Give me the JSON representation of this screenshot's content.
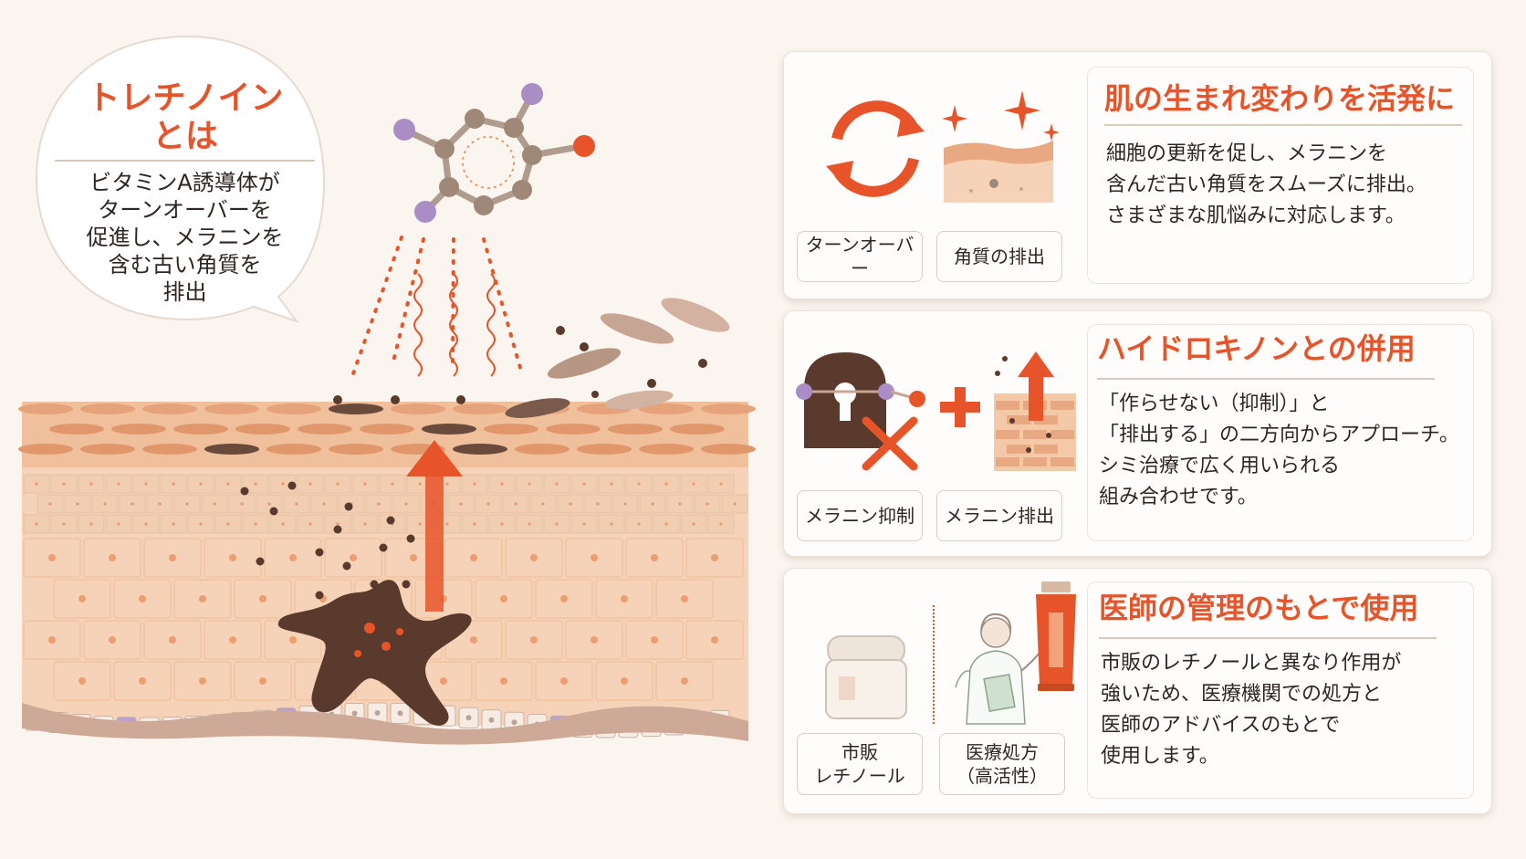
{
  "bubble": {
    "title_line1": "トレチノイン",
    "title_line2": "とは",
    "text_lines": [
      "ビタミンA誘導体が",
      "ターンオーバーを",
      "促進し、メラニンを",
      "含む古い角質を",
      "排出"
    ]
  },
  "cards": [
    {
      "title": "肌の生まれ変わりを活発に",
      "body": [
        "細胞の更新を促し、メラニンを",
        "含んだ古い角質をスムーズに排出。",
        "さまざまな肌悩みに対応します。"
      ],
      "tags": [
        "ターンオーバー",
        "角質の排出"
      ],
      "icons": [
        "refresh-cycle-icon",
        "sparkling-skin-icon"
      ]
    },
    {
      "title": "ハイドロキノンとの併用",
      "body": [
        "「作らせない（抑制）」と",
        "「排出する」の二方向からアプローチ。",
        "シミ治療で広く用いられる",
        "組み合わせです。"
      ],
      "tags": [
        "メラニン抑制",
        "メラニン排出"
      ],
      "icons": [
        "lock-block-icon",
        "plus-icon",
        "skin-exfoliation-arrow-icon"
      ]
    },
    {
      "title": "医師の管理のもとで使用",
      "body": [
        "市販のレチノールと異なり作用が",
        "強いため、医療機関での処方と",
        "医師のアドバイスのもとで",
        "使用します。"
      ],
      "tags": [
        "市販\nレチノール",
        "医療処方\n（高活性）"
      ],
      "icons": [
        "cream-jar-icon",
        "doctor-icon",
        "tube-icon"
      ]
    }
  ],
  "colors": {
    "accent": "#e8542a",
    "background": "#fbf5ef",
    "skin": "#f3c9a8",
    "melanin": "#5a3a2c",
    "molecule_node": "#a08878",
    "molecule_purple": "#a98dc4"
  }
}
